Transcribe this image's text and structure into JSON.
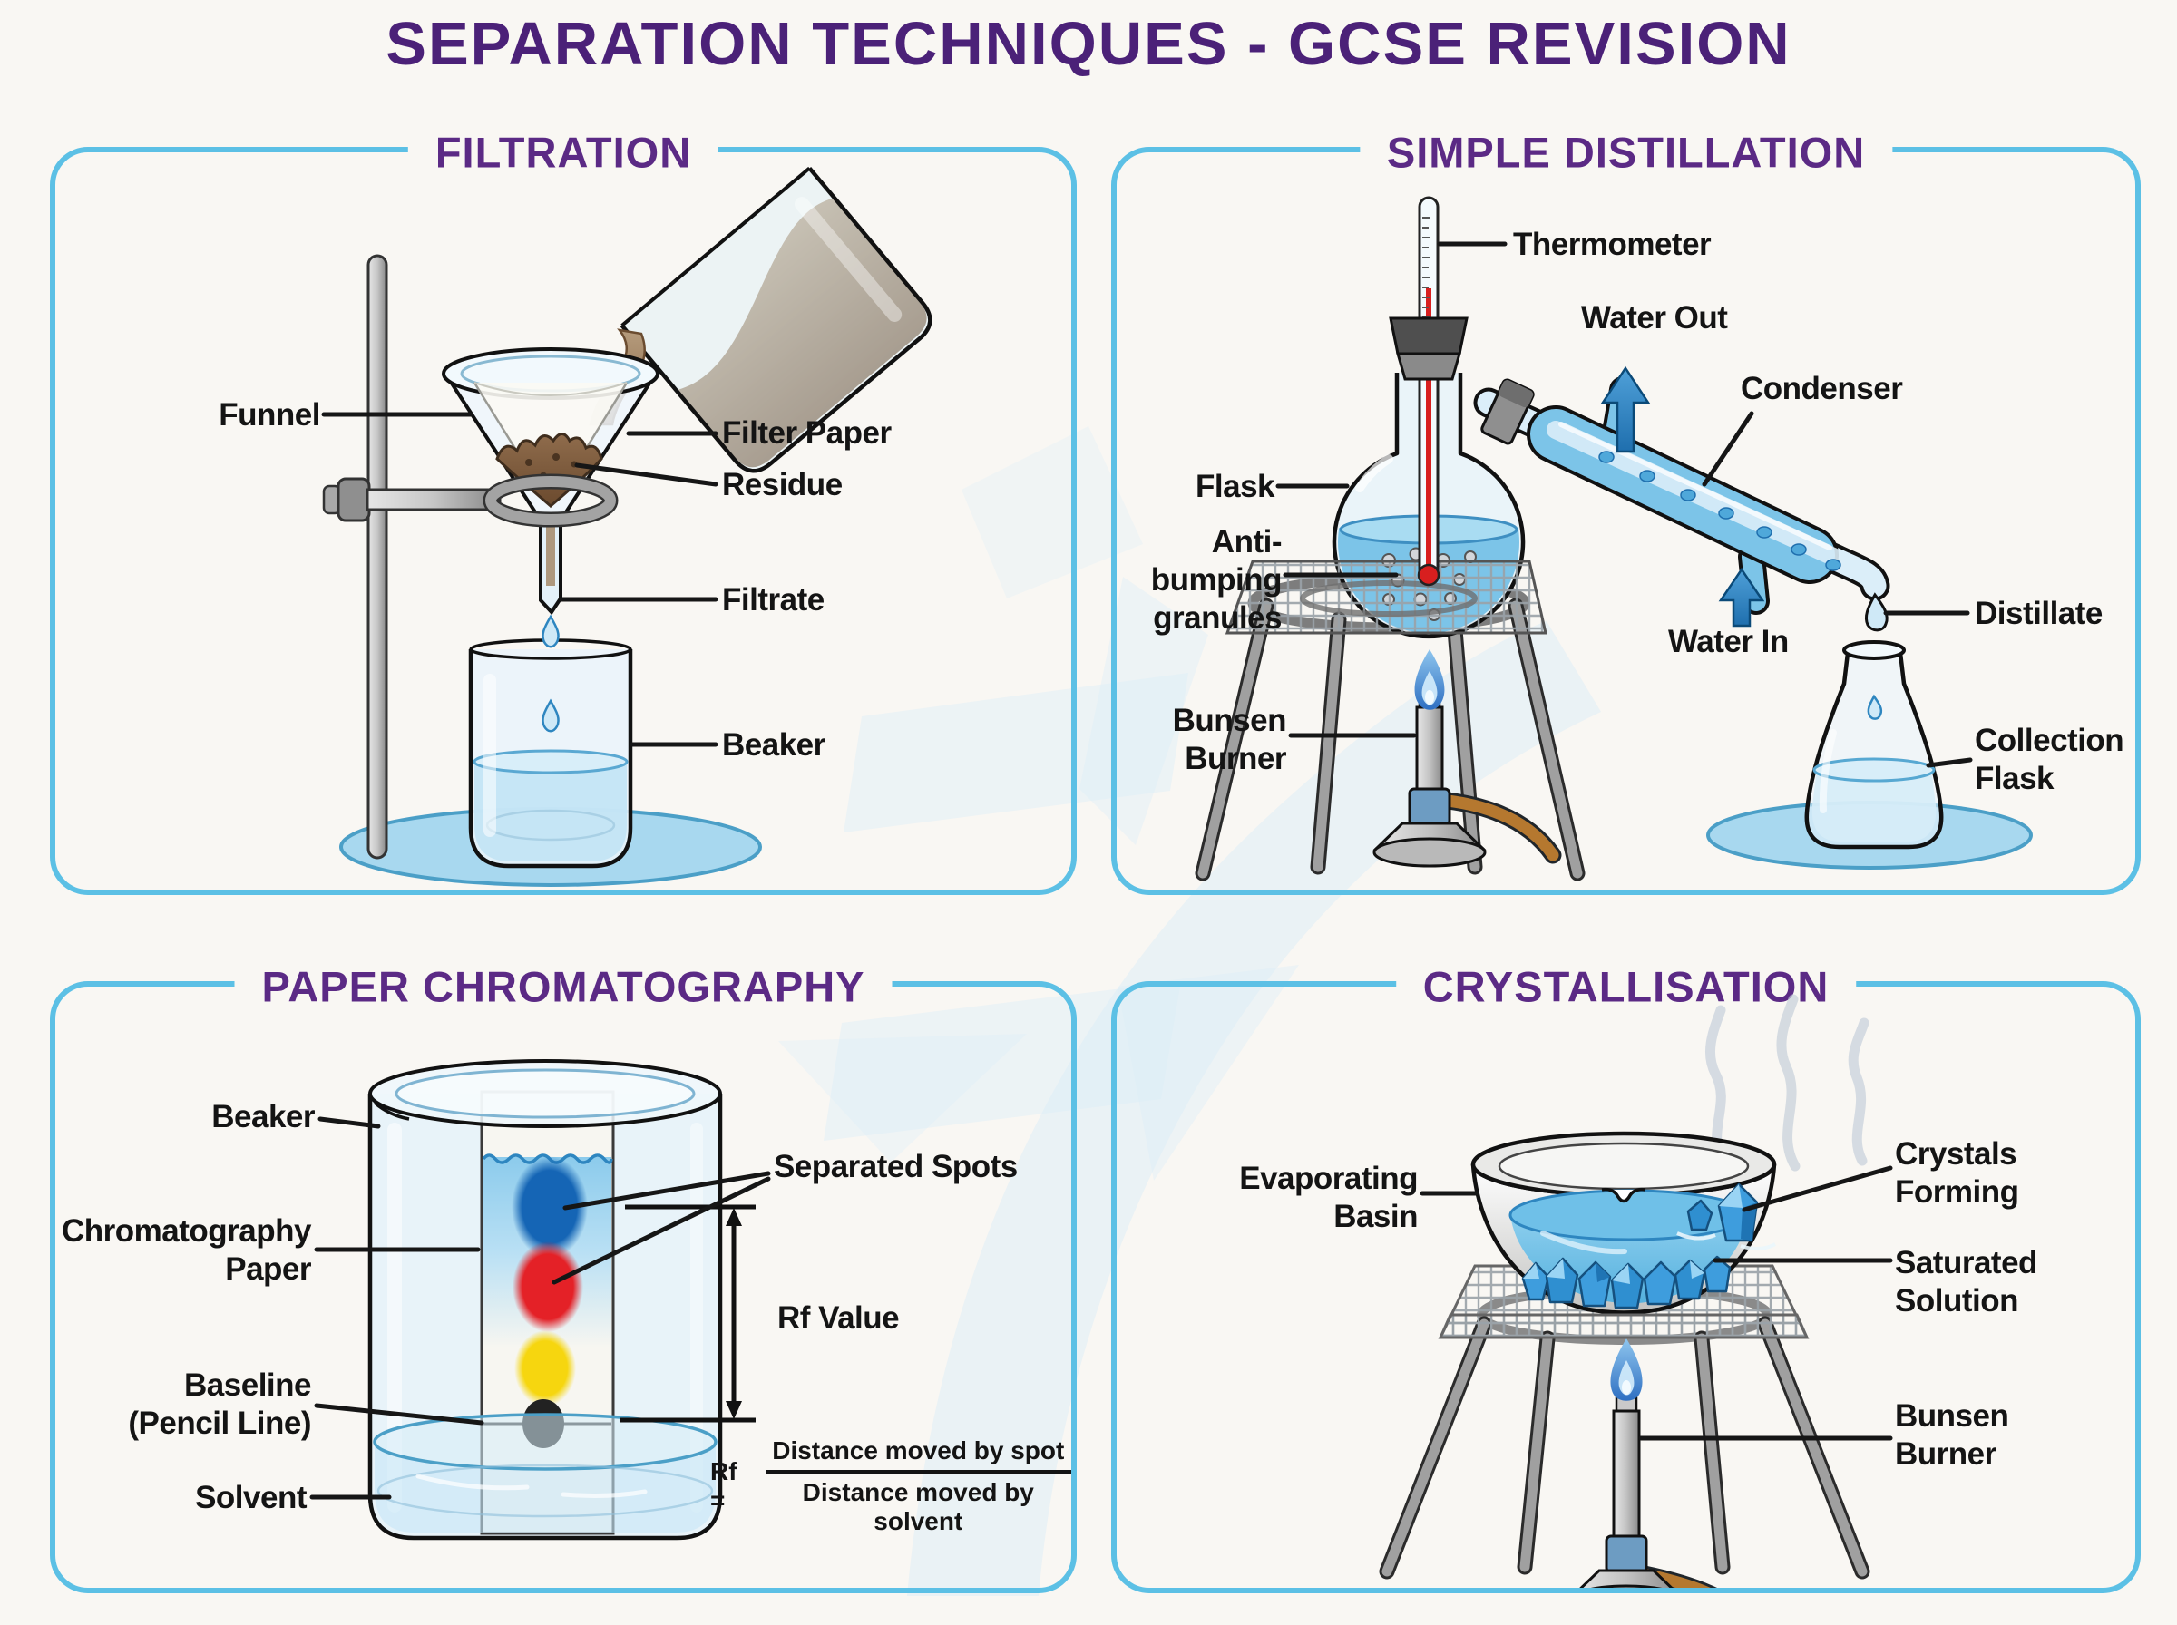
{
  "page": {
    "title": "SEPARATION TECHNIQUES - GCSE REVISION",
    "colors": {
      "background": "#f9f7f3",
      "panel_border": "#5cc0e5",
      "title_purple": "#4b2178",
      "header_purple": "#5b2a85",
      "label_black": "#141414",
      "liquid_blue": "#7cc4e8",
      "base_blue": "#a8d8ef",
      "brown_mixture": "#8a6848",
      "flame_blue": "#4c9be0",
      "crystal_blue": "#3e9ddd",
      "watermark_blue": "#dcedf8"
    }
  },
  "panels": {
    "filtration": {
      "title": "FILTRATION",
      "labels": {
        "funnel": "Funnel",
        "filter_paper": "Filter Paper",
        "residue": "Residue",
        "filtrate": "Filtrate",
        "beaker": "Beaker"
      }
    },
    "distillation": {
      "title": "SIMPLE DISTILLATION",
      "labels": {
        "thermometer": "Thermometer",
        "water_out": "Water Out",
        "condenser": "Condenser",
        "flask": "Flask",
        "anti_bumping": "Anti-\nbumping\ngranules",
        "bunsen": "Bunsen\nBurner",
        "water_in": "Water In",
        "distillate": "Distillate",
        "collection_flask": "Collection\nFlask"
      }
    },
    "chromatography": {
      "title": "PAPER CHROMATOGRAPHY",
      "labels": {
        "beaker": "Beaker",
        "paper": "Chromatography\nPaper",
        "baseline": "Baseline\n(Pencil Line)",
        "solvent": "Solvent",
        "separated_spots": "Separated Spots",
        "rf_value": "Rf Value"
      },
      "formula": {
        "lhs": "Rf =",
        "numerator": "Distance moved by spot",
        "denominator": "Distance moved by solvent"
      },
      "spot_colors": [
        "#1565b5",
        "#e42127",
        "#f6d60f",
        "#222222"
      ]
    },
    "crystallisation": {
      "title": "CRYSTALLISATION",
      "labels": {
        "evaporating_basin": "Evaporating\nBasin",
        "crystals_forming": "Crystals\nForming",
        "saturated_solution": "Saturated\nSolution",
        "bunsen": "Bunsen\nBurner"
      }
    }
  }
}
